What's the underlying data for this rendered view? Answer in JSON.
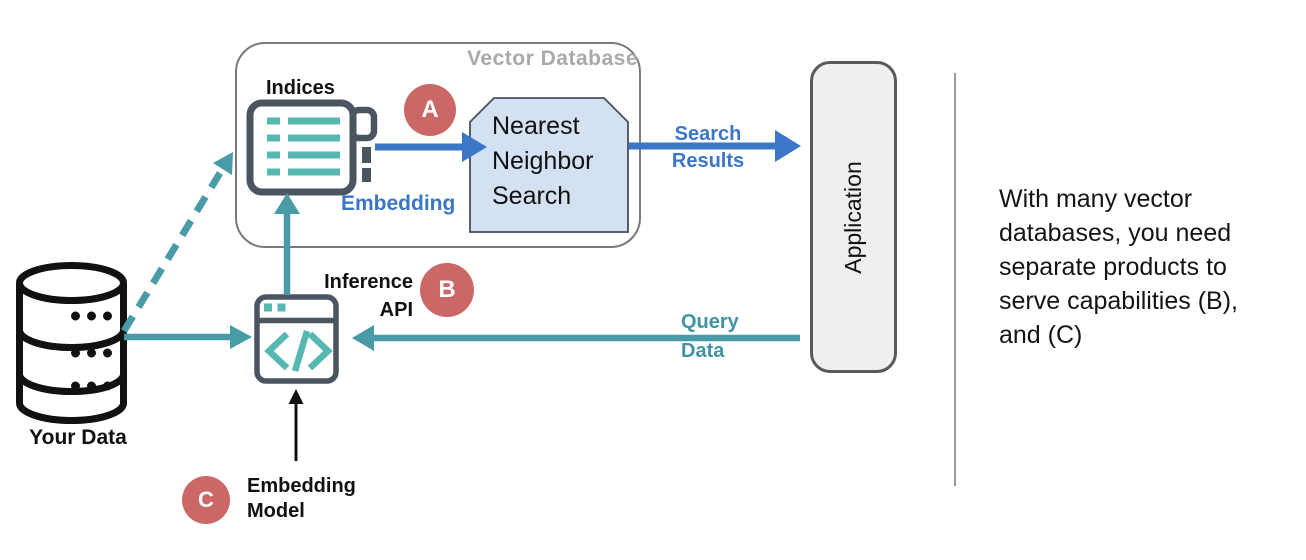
{
  "colors": {
    "teal_arrow": "#4a9ba8",
    "teal_icon": "#56b8b0",
    "blue_arrow": "#3b76c7",
    "red_badge": "#cb6767",
    "slate_icon": "#4a5561",
    "gray_container_label": "#a9a9a9",
    "nns_fill": "#d3e1f2",
    "application_fill": "#efefef"
  },
  "vector_database": {
    "label": "Vector Database",
    "indices_label": "Indices",
    "embedding_label": "Embedding",
    "nearest_neighbor_search": {
      "lines": [
        "Nearest",
        "Neighbor",
        "Search"
      ]
    }
  },
  "badges": {
    "a": "A",
    "b": "B",
    "c": "C"
  },
  "arrows": {
    "search_results": {
      "lines": [
        "Search",
        "Results"
      ]
    },
    "query_data": {
      "lines": [
        "Query",
        "Data"
      ]
    }
  },
  "application": {
    "label": "Application"
  },
  "your_data": {
    "label": "Your Data"
  },
  "inference_api": {
    "lines": [
      "Inference",
      "API"
    ]
  },
  "embedding_model": {
    "lines": [
      "Embedding",
      "Model"
    ]
  },
  "note": {
    "lines": [
      "With many vector",
      "databases, you need",
      "separate products to",
      "serve capabilities (B),",
      "and (C)"
    ]
  }
}
